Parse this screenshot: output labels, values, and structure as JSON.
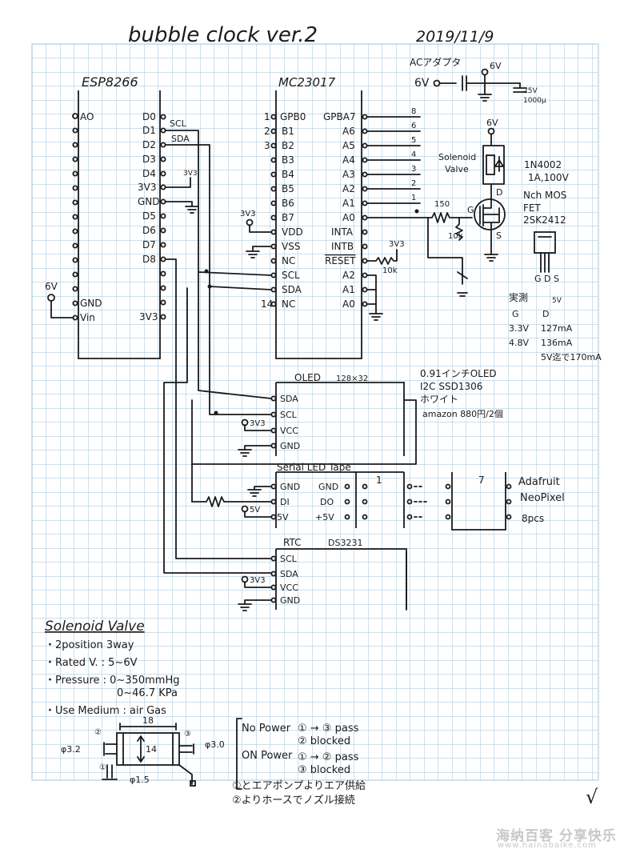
{
  "title": "bubble clock ver.2",
  "date": "2019/11/9",
  "esp": {
    "name": "ESP8266",
    "left_pins": [
      "AO",
      "GND",
      "Vin"
    ],
    "right_pins": [
      "D0",
      "D1",
      "D2",
      "D3",
      "D4",
      "3V3",
      "GND",
      "D5",
      "D6",
      "D7",
      "D8",
      "3V3"
    ],
    "sig_scl": "SCL",
    "sig_sda": "SDA",
    "supply": "6V"
  },
  "mcp": {
    "name": "MC23017",
    "left_pins": [
      "GPB0",
      "B1",
      "B2",
      "B3",
      "B4",
      "B5",
      "B6",
      "B7",
      "VDD",
      "VSS",
      "NC",
      "SCL",
      "SDA",
      "NC"
    ],
    "pin_nums": [
      "1",
      "2",
      "3",
      "14"
    ],
    "right_pins": [
      "GPBA7",
      "A6",
      "A5",
      "A4",
      "A3",
      "A2",
      "A1",
      "A0",
      "INTA",
      "INTB",
      "RESET",
      "A2",
      "A1",
      "A0"
    ],
    "out_nums": [
      "8",
      "6",
      "5",
      "4",
      "3",
      "2",
      "1"
    ],
    "rail": "3V3",
    "res_10k": "10k"
  },
  "power": {
    "ac": "ACアダプタ",
    "v": "6V",
    "cap1": "25V",
    "cap2": "1000μ",
    "sv_label": "6V"
  },
  "driver": {
    "solenoid": "Solenoid",
    "valve": "Valve",
    "diode1": "1N4002",
    "diode2": "1A,100V",
    "fet1": "Nch MOS",
    "fet2": "FET",
    "fet3": "2SK2412",
    "r150": "150",
    "r10k": "10k",
    "g": "G",
    "d": "D",
    "s": "S",
    "gds": "G D S"
  },
  "meas": {
    "title": "実測",
    "c1": "G",
    "c2": "D",
    "c2v": "5V",
    "r1a": "3.3V",
    "r1b": "127mA",
    "r2a": "4.8V",
    "r2b": "136mA",
    "r3": "5V迄で170mA"
  },
  "oled": {
    "name": "OLED",
    "res": "128×32",
    "pins": [
      "SDA",
      "SCL",
      "VCC",
      "GND"
    ],
    "vcc": "3V3",
    "note1": "0.91インチOLED",
    "note2": "I2C SSD1306",
    "note3": "ホワイト",
    "note4": "amazon 880円/2個"
  },
  "led": {
    "name": "Serial LED Tape",
    "pins": [
      "GND",
      "DI",
      "5V"
    ],
    "pins_out": [
      "GND",
      "DO",
      "+5V"
    ],
    "v": "5V",
    "idx1": "1",
    "idx2": "7",
    "np1": "Adafruit",
    "np2": "NeoPixel",
    "np3": "8pcs"
  },
  "rtc": {
    "name": "RTC",
    "chip": "DS3231",
    "pins": [
      "SCL",
      "SDA",
      "VCC",
      "GND"
    ],
    "vcc": "3V3"
  },
  "spec": {
    "heading": "Solenoid Valve",
    "l1": "・2position 3way",
    "l2": "・Rated V. : 5~6V",
    "l3": "・Pressure : 0~350mmHg",
    "l3b": "0~46.7 KPa",
    "l4": "・Use Medium : air Gas"
  },
  "valve": {
    "dim18": "18",
    "dim14": "14",
    "phi32": "φ3.2",
    "phi30": "φ3.0",
    "phi15": "φ1.5",
    "p1": "①",
    "p2": "②",
    "p3": "③",
    "no": "No Power",
    "no_a": "① → ③ pass",
    "no_b": "② blocked",
    "on": "ON Power",
    "on_a": "① → ② pass",
    "on_b": "③ blocked",
    "n1": "①とエアポンプよりエア供給",
    "n2": "②よりホースでノズル接続"
  },
  "check": "√",
  "footer": {
    "brand": "海纳百客 分享快乐",
    "url": "www.hainabaike.com"
  }
}
